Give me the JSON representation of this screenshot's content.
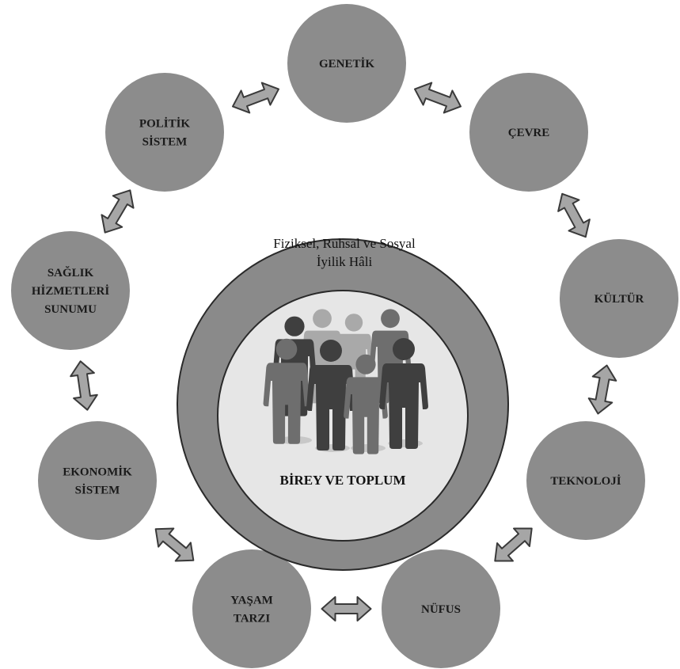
{
  "center": {
    "outer_text_lines": [
      "Fiziksel, Ruhsal ve Sosyal",
      "İyilik Hâli"
    ],
    "inner_text": "BİREY VE TOPLUM",
    "outer_color": "#8a8a8a",
    "inner_color": "#e6e6e6"
  },
  "nodes": [
    {
      "id": "genetik",
      "lines": [
        "GENETİK"
      ]
    },
    {
      "id": "cevre",
      "lines": [
        "ÇEVRE"
      ]
    },
    {
      "id": "kultur",
      "lines": [
        "KÜLTÜR"
      ]
    },
    {
      "id": "teknoloji",
      "lines": [
        "TEKNOLOJİ"
      ]
    },
    {
      "id": "nufus",
      "lines": [
        "NÜFUS"
      ]
    },
    {
      "id": "yasam-tarzi",
      "lines": [
        "YAŞAM",
        "TARZI"
      ]
    },
    {
      "id": "ekonomik-sistem",
      "lines": [
        "EKONOMİK",
        "SİSTEM"
      ]
    },
    {
      "id": "saglik-hizmetleri-sunumu",
      "lines": [
        "SAĞLIK",
        "HİZMETLERİ",
        "SUNUMU"
      ]
    },
    {
      "id": "politik-sistem",
      "lines": [
        "POLİTİK",
        "SİSTEM"
      ]
    }
  ],
  "colors": {
    "node_fill": "#8c8c8c",
    "arrow_fill": "#a6a6a6",
    "arrow_stroke": "#3a3a3a",
    "people_dark": "#3f3f3f",
    "people_mid": "#6e6e6e",
    "people_light": "#a9a9a9"
  },
  "connections": [
    [
      "genetik",
      "cevre"
    ],
    [
      "cevre",
      "kultur"
    ],
    [
      "kultur",
      "teknoloji"
    ],
    [
      "teknoloji",
      "nufus"
    ],
    [
      "nufus",
      "yasam-tarzi"
    ],
    [
      "yasam-tarzi",
      "ekonomik-sistem"
    ],
    [
      "ekonomik-sistem",
      "saglik-hizmetleri-sunumu"
    ],
    [
      "saglik-hizmetleri-sunumu",
      "politik-sistem"
    ],
    [
      "politik-sistem",
      "genetik"
    ]
  ]
}
